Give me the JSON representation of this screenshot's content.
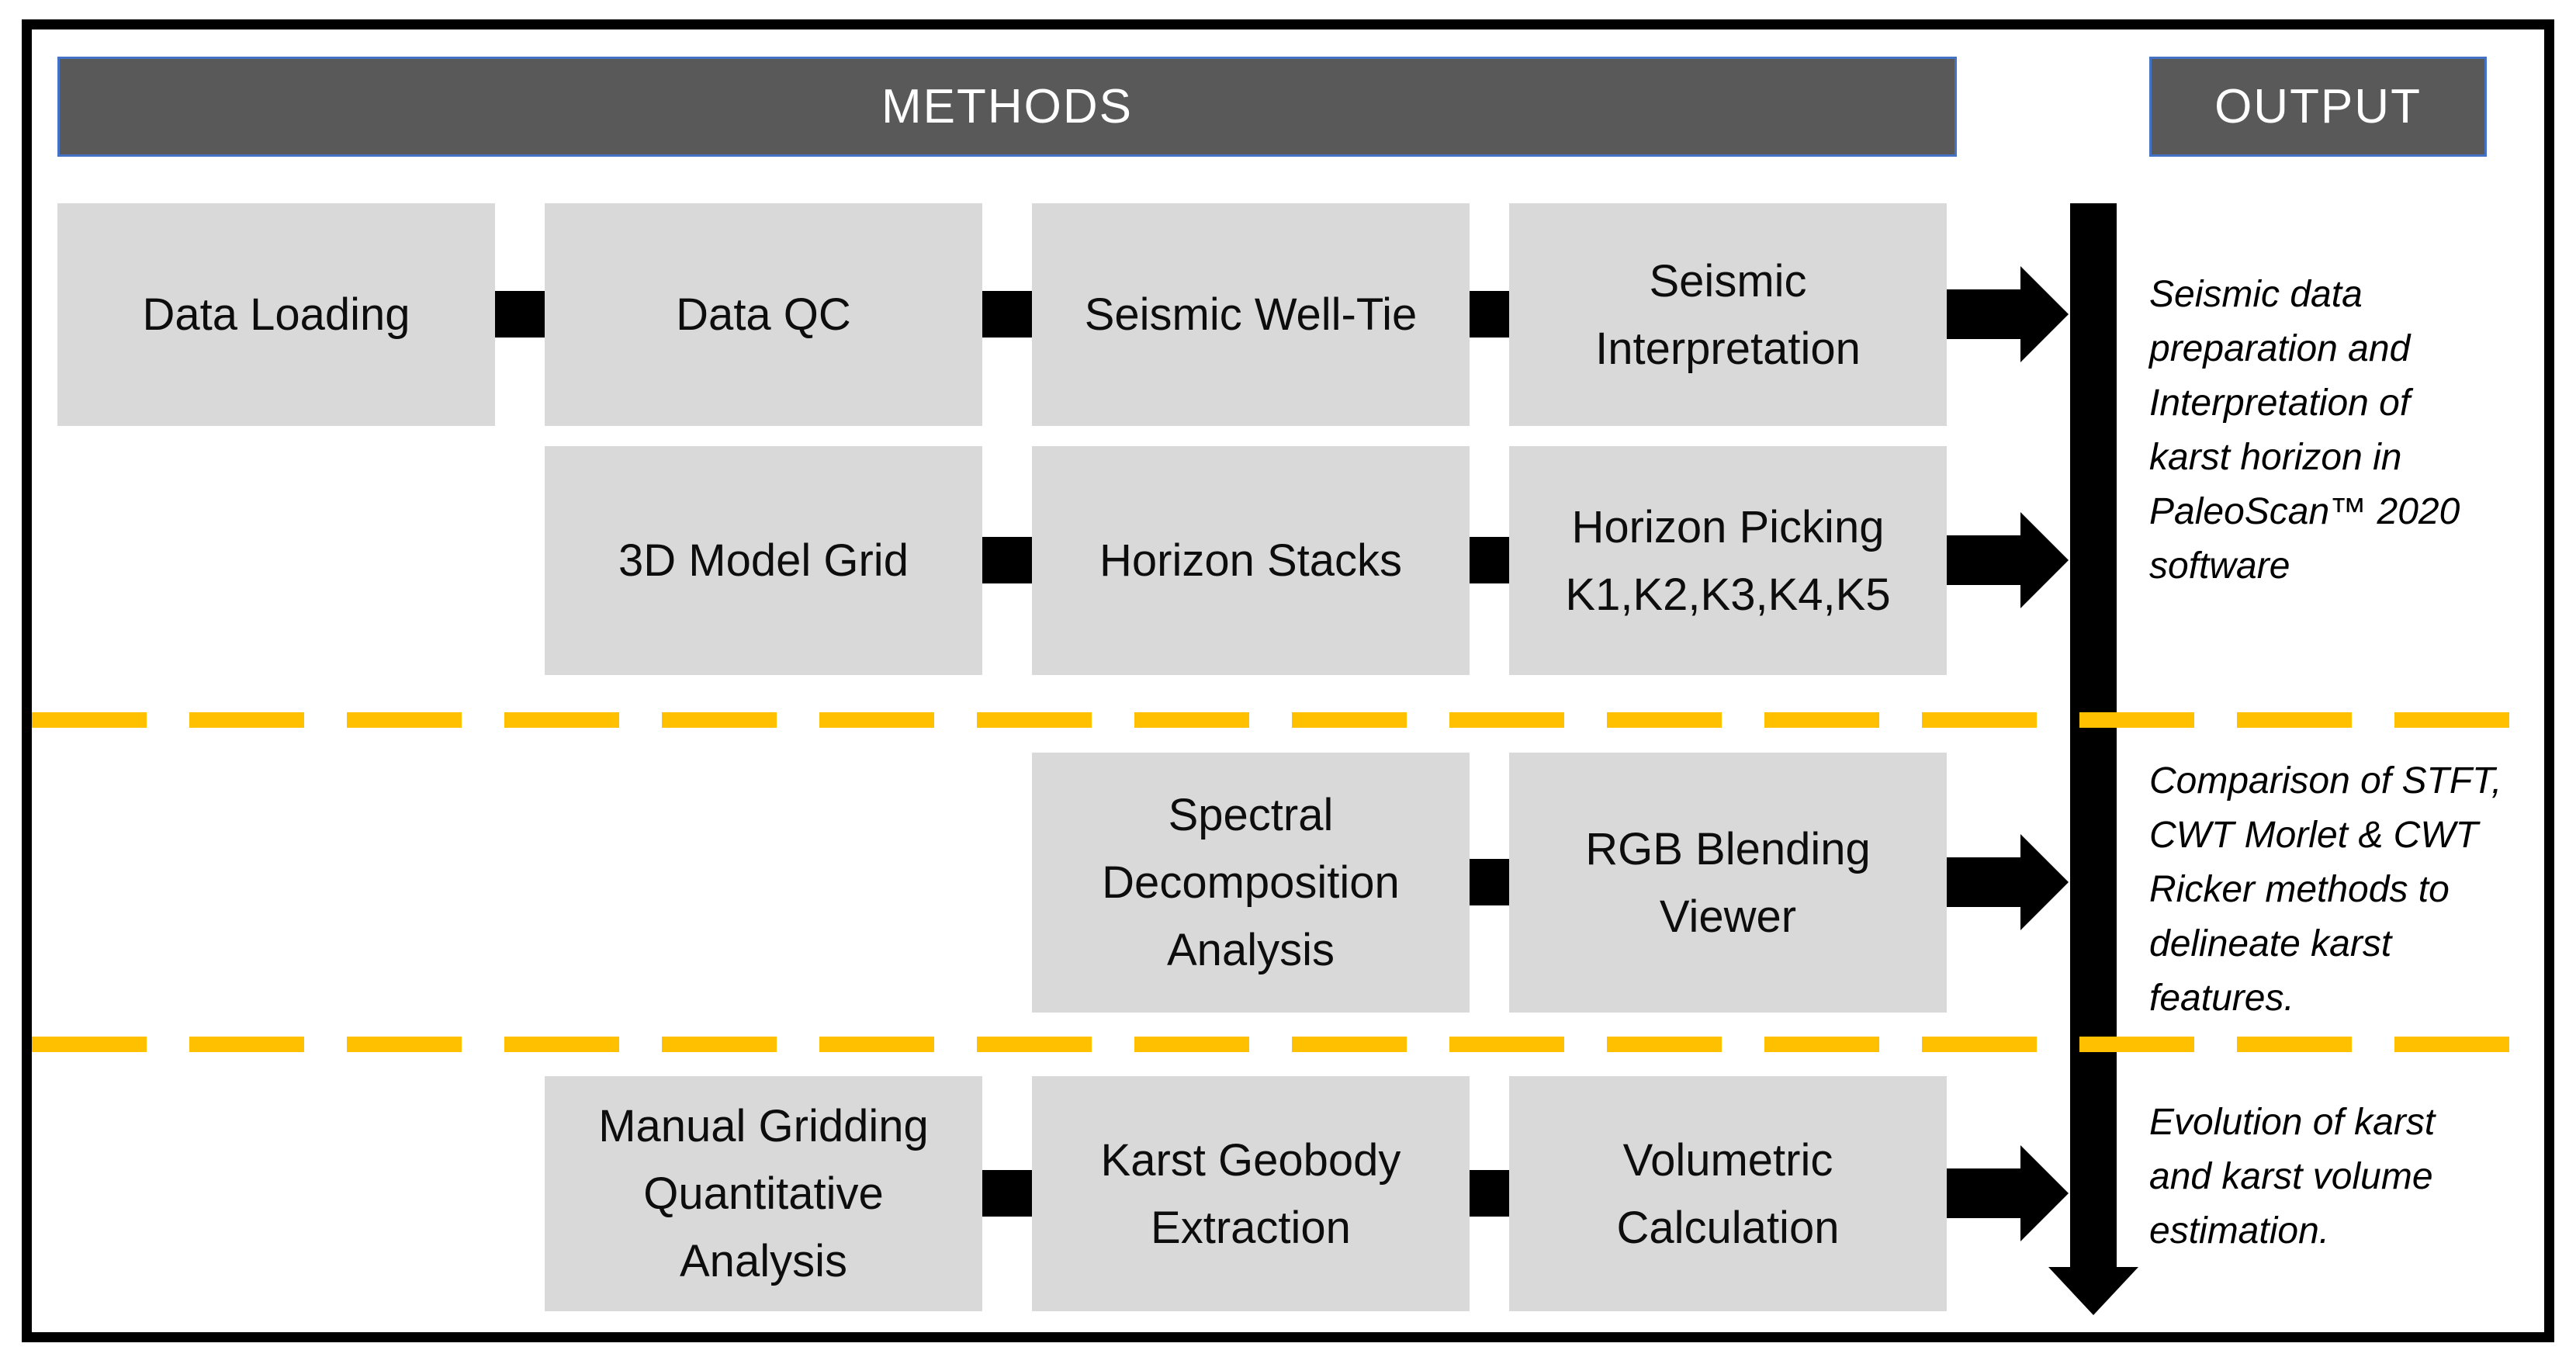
{
  "headers": {
    "methods": "METHODS",
    "output": "OUTPUT"
  },
  "rows": [
    {
      "boxes": [
        "Data Loading",
        "Data QC",
        "Seismic Well-Tie",
        "Seismic\nInterpretation"
      ]
    },
    {
      "boxes": [
        "3D Model Grid",
        "Horizon Stacks",
        "Horizon Picking\nK1,K2,K3,K4,K5"
      ]
    },
    {
      "boxes": [
        "Spectral\nDecomposition\nAnalysis",
        "RGB Blending\nViewer"
      ]
    },
    {
      "boxes": [
        "Manual Gridding\nQuantitative\nAnalysis",
        "Karst Geobody\nExtraction",
        "Volumetric\nCalculation"
      ]
    }
  ],
  "output_notes": [
    "Seismic data\npreparation and\nInterpretation of\nkarst horizon in\nPaleoScan™ 2020\nsoftware",
    "Comparison of STFT,\nCWT Morlet & CWT\nRicker methods to\ndelineate karst\nfeatures.",
    "Evolution of karst\nand karst volume\nestimation."
  ],
  "icons": {
    "connector": "black-square-link",
    "arrow_right": "black-right-arrow",
    "arrow_down": "black-down-arrow"
  },
  "colors": {
    "header_bg": "#595959",
    "header_border": "#4472C4",
    "box_bg": "#D9D9D9",
    "divider": "#FFC000",
    "arrow": "#000000",
    "frame": "#000000"
  }
}
